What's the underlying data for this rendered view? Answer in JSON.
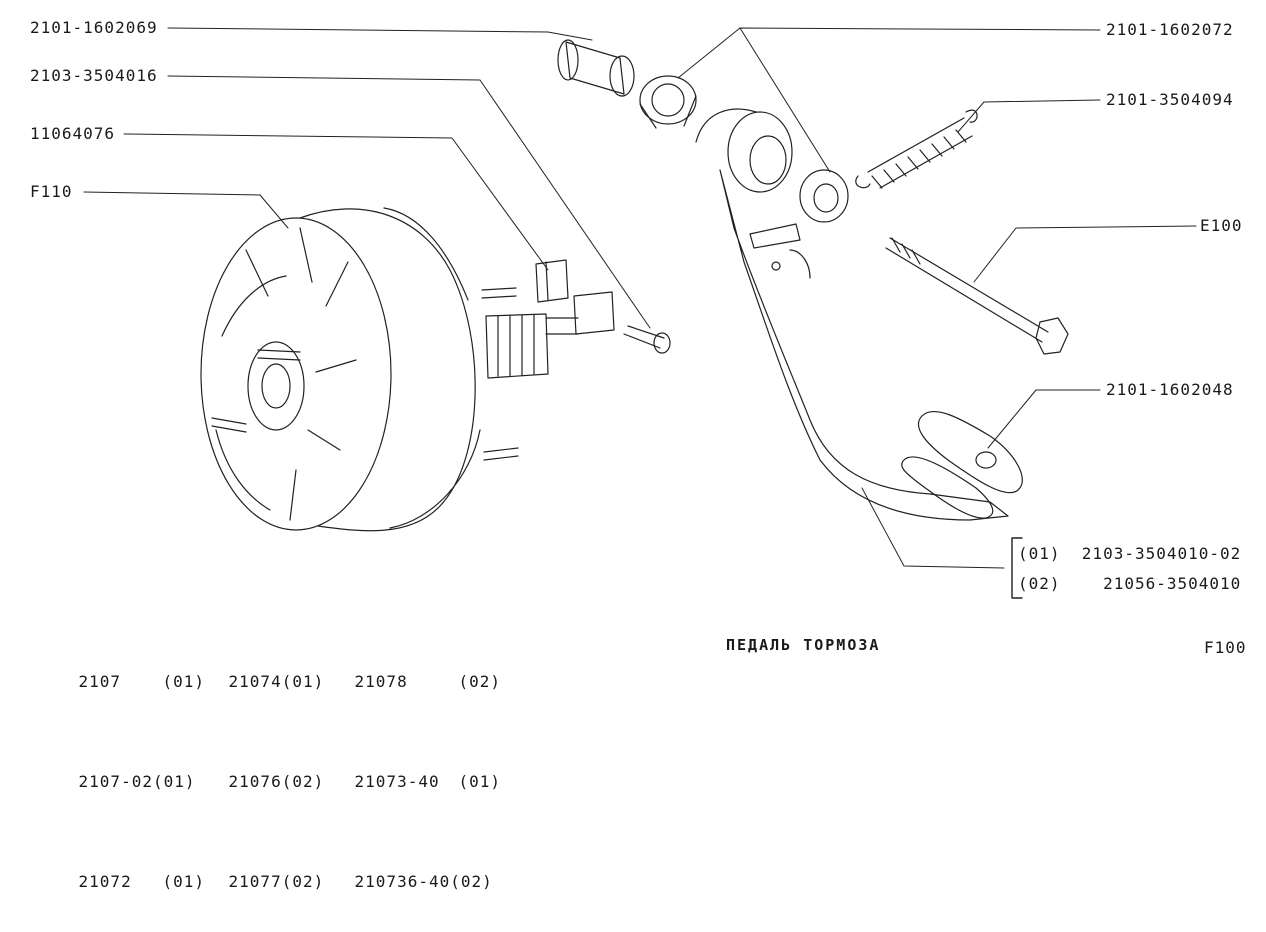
{
  "labels": {
    "l1": "2101-1602069",
    "l2": "2103-3504016",
    "l3": "11064076",
    "l4": "F110",
    "r1": "2101-1602072",
    "r2": "2101-3504094",
    "r3": "E100",
    "r4": "2101-1602048"
  },
  "variants": [
    {
      "tag": "(01)",
      "code": "2103-3504010-02"
    },
    {
      "tag": "(02)",
      "code": "21056-3504010"
    }
  ],
  "models": [
    [
      "2107",
      "(01)",
      "21074(01)",
      "21078",
      "(02)"
    ],
    [
      "2107-02(01)",
      "",
      "21076(02)",
      "21073-40",
      "(01)"
    ],
    [
      "21072",
      "(01)",
      "21077(02)",
      "210736-40(02)",
      ""
    ]
  ],
  "title": "ПЕДАЛЬ ТОРМОЗА",
  "page_code": "F100"
}
